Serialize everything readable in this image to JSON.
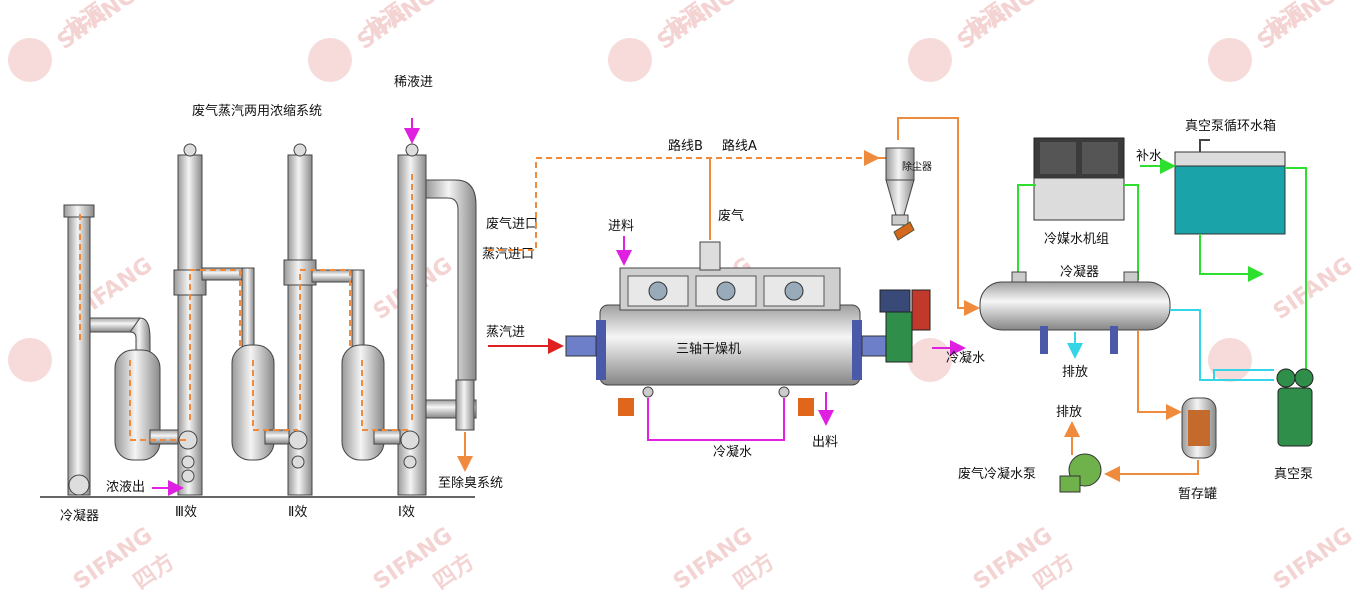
{
  "diagram": {
    "title": "废气蒸汽两用浓缩系统",
    "labels": {
      "dilute_in": "稀液进",
      "route_b": "路线B",
      "route_a": "路线A",
      "dust_collector": "除尘器",
      "waste_gas_in": "废气进口",
      "steam_in_port": "蒸汽进口",
      "feed": "进料",
      "waste_gas": "废气",
      "steam_in": "蒸汽进",
      "dryer": "三轴干燥机",
      "condensate_water_mid": "冷凝水",
      "discharge_out": "出料",
      "condensate_water_right": "冷凝水",
      "chiller": "冷媒水机组",
      "condenser_main": "冷凝器",
      "drain_1": "排放",
      "drain_2": "排放",
      "makeup_water": "补水",
      "vacuum_tank": "真空泵循环水箱",
      "vacuum_pump": "真空泵",
      "buffer_tank": "暂存罐",
      "waste_condensate_pump": "废气冷凝水泵",
      "to_deodor": "至除臭系统",
      "concentrate_out": "浓液出",
      "condenser_left": "冷凝器",
      "effect_3": "Ⅲ效",
      "effect_2": "Ⅱ效",
      "effect_1": "Ⅰ效"
    },
    "watermark": {
      "brand": "SIFANG",
      "cn": "龙源",
      "cn2": "四方"
    },
    "colors": {
      "steam_red": "#e02020",
      "feed_magenta": "#e020e0",
      "gas_orange": "#f08a3c",
      "chill_green": "#2ee02e",
      "cool_cyan": "#35d5e8",
      "tank_teal": "#1aa3a8"
    }
  }
}
